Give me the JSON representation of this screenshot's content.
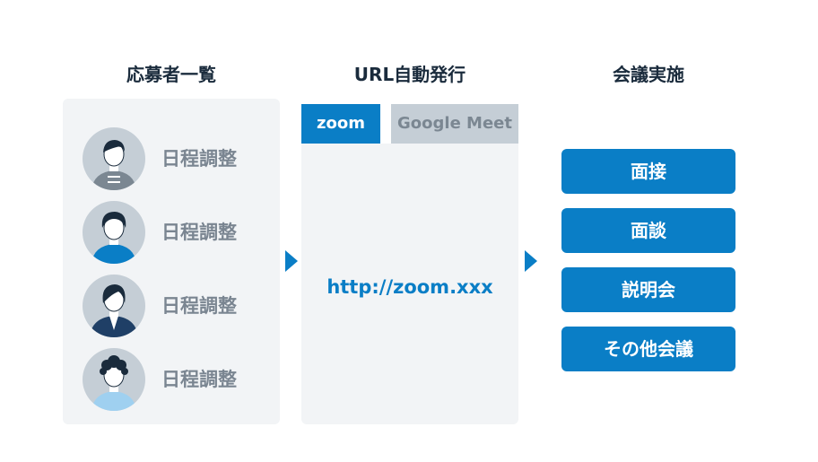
{
  "columns": {
    "applicants_title": "応募者一覧",
    "url_title": "URL自動発行",
    "meeting_title": "会議実施"
  },
  "applicants": {
    "items": [
      {
        "label": "日程調整",
        "icon": "person-icon"
      },
      {
        "label": "日程調整",
        "icon": "person-icon"
      },
      {
        "label": "日程調整",
        "icon": "person-icon"
      },
      {
        "label": "日程調整",
        "icon": "person-icon"
      }
    ]
  },
  "url_panel": {
    "tabs": [
      {
        "label": "zoom",
        "active": true
      },
      {
        "label": "Google Meet",
        "active": false
      }
    ],
    "url": "http://zoom.xxx"
  },
  "meeting": {
    "buttons": [
      {
        "label": "面接"
      },
      {
        "label": "面談"
      },
      {
        "label": "説明会"
      },
      {
        "label": "その他会議"
      }
    ]
  },
  "colors": {
    "accent": "#0a7ec6",
    "panel_bg": "#f2f4f6",
    "inactive_tab": "#c5ced6",
    "muted_text": "#7a8591",
    "title_text": "#1a2b3c"
  }
}
